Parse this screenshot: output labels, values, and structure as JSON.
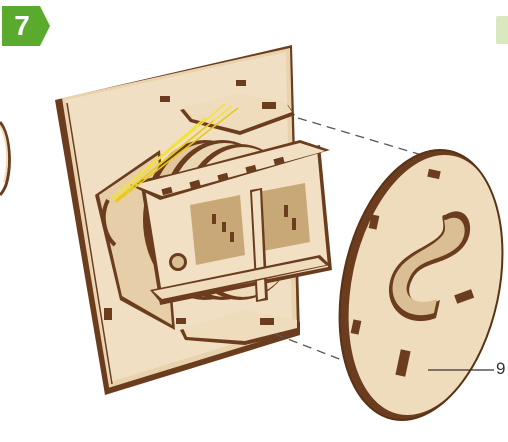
{
  "step": {
    "number": "7",
    "badge_color": "#5aab2d"
  },
  "callout": {
    "part_number": "9"
  },
  "colors": {
    "wood_light": "#efdcbc",
    "wood_mid": "#e2c79d",
    "wood_shadow": "#c9a878",
    "wood_edge": "#6b3d1e",
    "rubber_band": "#f3e23a"
  },
  "icons": {
    "step_badge": "hexagon-arrow-badge",
    "next_step_badge": "hexagon-badge-partial",
    "assembly": "wooden-mechanism-assembly",
    "part": "wooden-clock-digit-part"
  }
}
